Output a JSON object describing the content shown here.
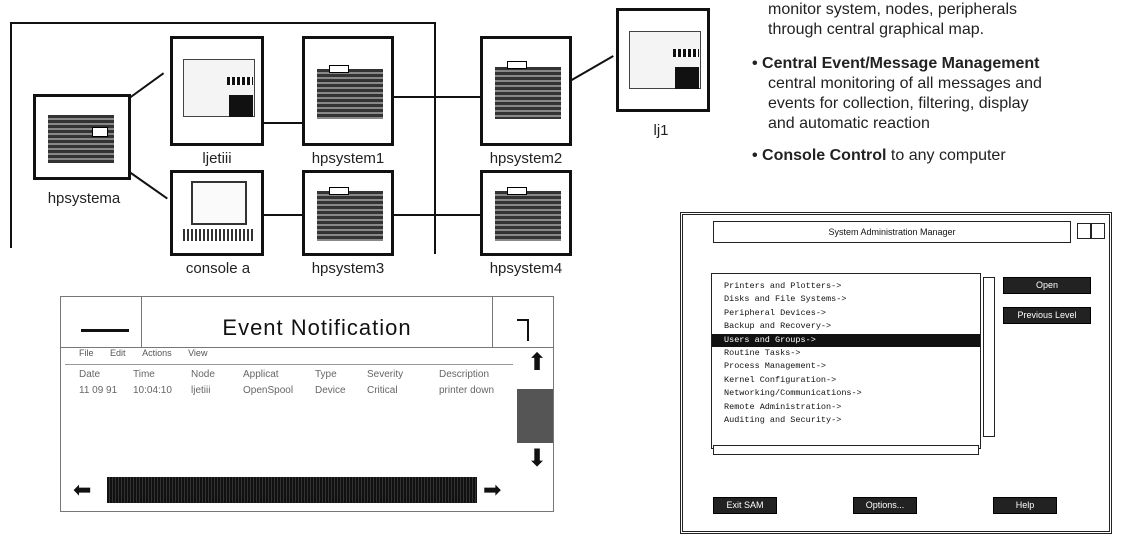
{
  "network_map": {
    "nodes": [
      {
        "label": "hpsystema",
        "kind": "workstation"
      },
      {
        "label": "ljetiii",
        "kind": "printer"
      },
      {
        "label": "console a",
        "kind": "terminal"
      },
      {
        "label": "hpsystem1",
        "kind": "workstation"
      },
      {
        "label": "hpsystem3",
        "kind": "workstation"
      },
      {
        "label": "hpsystem2",
        "kind": "workstation"
      },
      {
        "label": "hpsystem4",
        "kind": "workstation"
      },
      {
        "label": "lj1",
        "kind": "printer"
      }
    ]
  },
  "bullets": {
    "partial_line_1": "monitor system, nodes, peripherals",
    "partial_line_2": "through central graphical map.",
    "b2_title": "• Central Event/Message Management",
    "b2_line1": "central monitoring of all messages and",
    "b2_line2": "events for collection, filtering, display",
    "b2_line3": "and automatic reaction",
    "b3_title": "• Console Control",
    "b3_rest": " to any computer"
  },
  "event_window": {
    "title": "Event Notification",
    "menu": [
      "File",
      "Edit",
      "Actions",
      "View"
    ],
    "columns": [
      "Date",
      "Time",
      "Node",
      "Applicat",
      "Type",
      "Severity",
      "Description"
    ],
    "row": [
      "11 09 91",
      "10:04:10",
      "ljetiii",
      "OpenSpool",
      "Device",
      "Critical",
      "printer down"
    ]
  },
  "sam": {
    "title": "System Administration Manager",
    "items": [
      "Printers and Plotters->",
      "Disks and File Systems->",
      "Peripheral Devices->",
      "Backup and Recovery->",
      "Users and Groups->",
      "Routine Tasks->",
      "Process Management->",
      "Kernel Configuration->",
      "Networking/Communications->",
      "Remote Administration->",
      "Auditing and Security->"
    ],
    "selected_index": 4,
    "open_label": "Open",
    "previous_label": "Previous Level",
    "exit_label": "Exit SAM",
    "options_label": "Options...",
    "help_label": "Help"
  }
}
